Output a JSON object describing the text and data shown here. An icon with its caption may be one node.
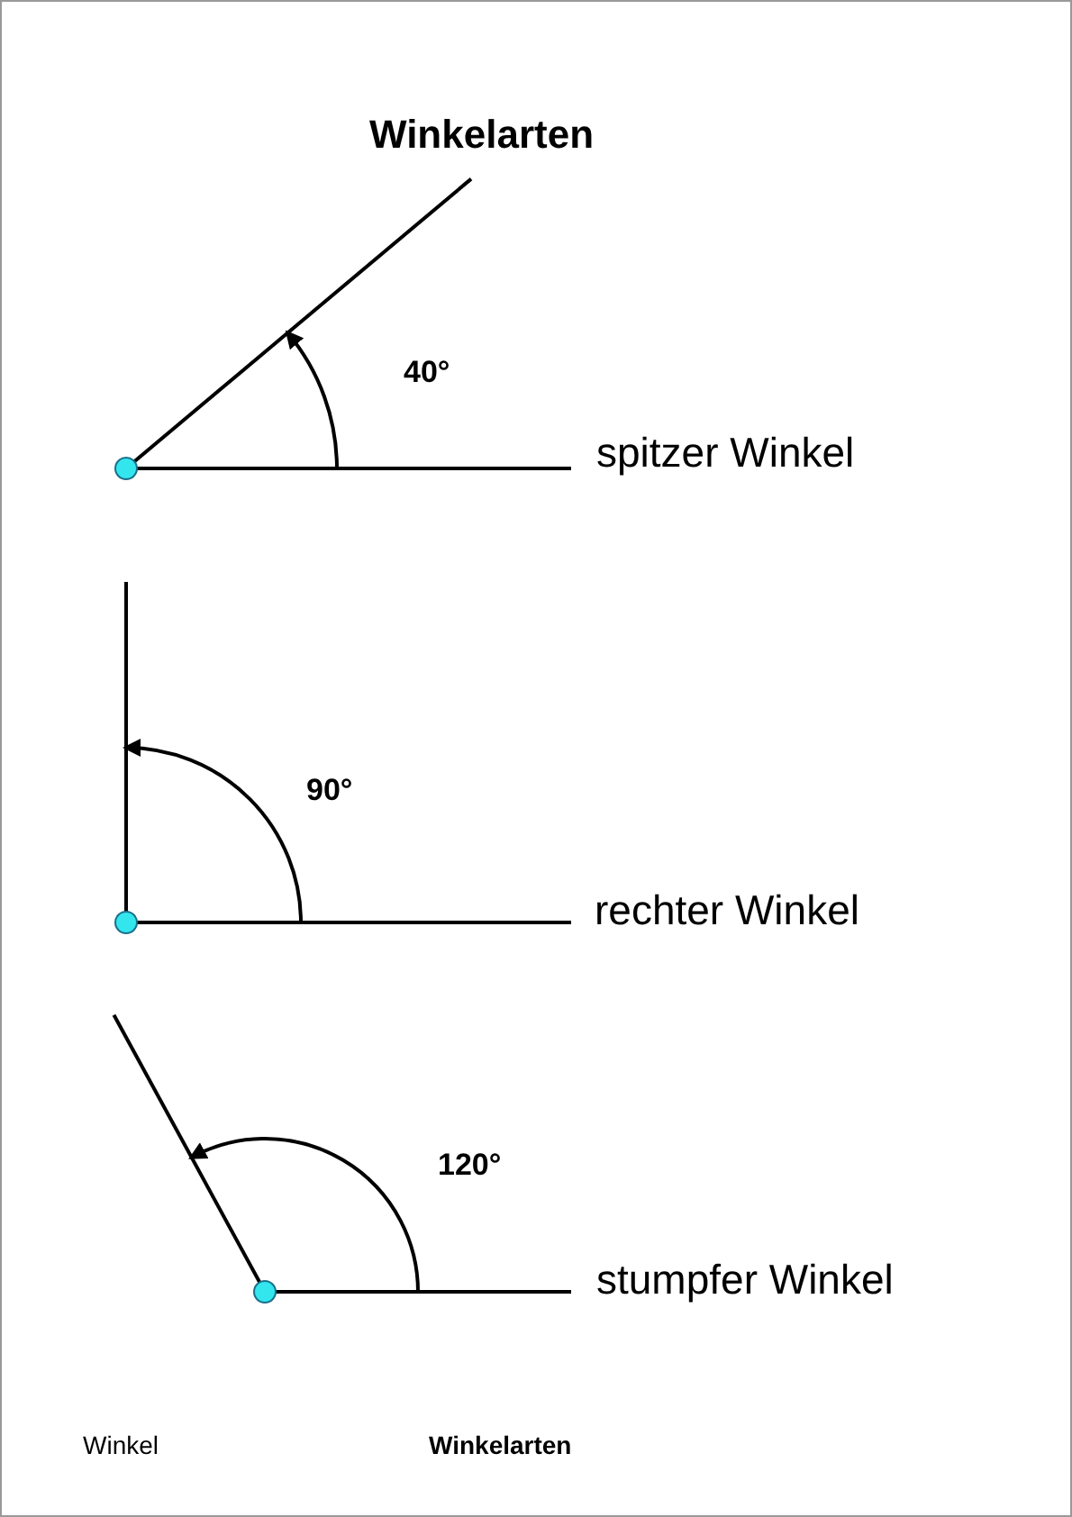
{
  "diagram": {
    "title": "Winkelarten",
    "labels": [
      "40°",
      "spitzer Winkel",
      "90°",
      "rechter Winkel",
      "120°",
      "stumpfer Winkel",
      "Winkel",
      "Winkelarten"
    ]
  }
}
